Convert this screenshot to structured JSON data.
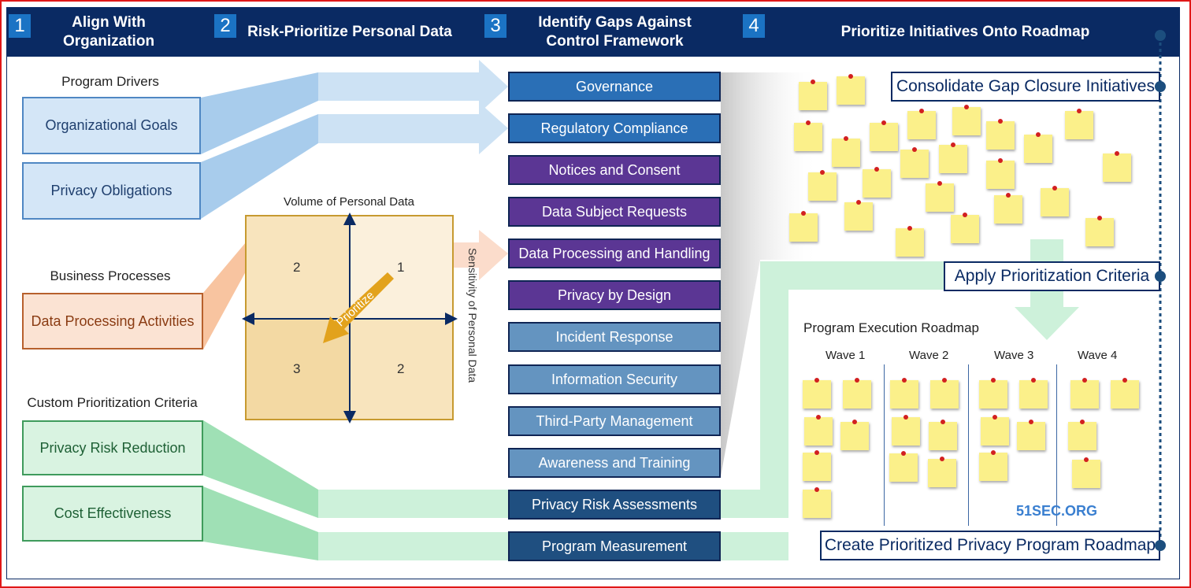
{
  "header": {
    "steps": [
      {
        "num": "1",
        "title_l1": "Align With",
        "title_l2": "Organization"
      },
      {
        "num": "2",
        "title": "Risk-Prioritize Personal Data"
      },
      {
        "num": "3",
        "title_l1": "Identify Gaps Against",
        "title_l2": "Control Framework"
      },
      {
        "num": "4",
        "title": "Prioritize Initiatives Onto Roadmap"
      }
    ]
  },
  "left": {
    "program_drivers": "Program Drivers",
    "organizational_goals": "Organizational Goals",
    "privacy_obligations": "Privacy Obligations",
    "business_processes": "Business Processes",
    "data_processing_activities": "Data Processing Activities",
    "custom_criteria": "Custom Prioritization Criteria",
    "privacy_risk_reduction": "Privacy Risk Reduction",
    "cost_effectiveness": "Cost Effectiveness"
  },
  "matrix": {
    "x_label": "Volume of Personal Data",
    "y_label": "Sensitivity of Personal Data",
    "q_top_left": "2",
    "q_top_right": "1",
    "q_bottom_left": "3",
    "q_bottom_right": "2",
    "arrow_label": "Prioritize",
    "colors": {
      "light": "#fbf0dc",
      "mid": "#f8e4bd",
      "dark": "#f3d9a3",
      "border": "#c79a30",
      "arrow": "#e2a21c"
    }
  },
  "controls": [
    {
      "label": "Governance",
      "color": "#2a6fb6"
    },
    {
      "label": "Regulatory Compliance",
      "color": "#2a6fb6"
    },
    {
      "label": "Notices and Consent",
      "color": "#5b3694"
    },
    {
      "label": "Data Subject Requests",
      "color": "#5b3694"
    },
    {
      "label": "Data Processing and Handling",
      "color": "#5b3694"
    },
    {
      "label": "Privacy by Design",
      "color": "#5b3694"
    },
    {
      "label": "Incident Response",
      "color": "#6494c0"
    },
    {
      "label": "Information Security",
      "color": "#6494c0"
    },
    {
      "label": "Third-Party Management",
      "color": "#6494c0"
    },
    {
      "label": "Awareness and Training",
      "color": "#6494c0"
    },
    {
      "label": "Privacy Risk Assessments",
      "color": "#1f4f80"
    },
    {
      "label": "Program Measurement",
      "color": "#1f4f80"
    }
  ],
  "right": {
    "consolidate": "Consolidate Gap Closure Initiatives",
    "apply": "Apply Prioritization Criteria",
    "roadmap_title": "Program Execution Roadmap",
    "waves": [
      "Wave 1",
      "Wave 2",
      "Wave 3",
      "Wave 4"
    ],
    "create": "Create Prioritized Privacy Program Roadmap",
    "watermark": "51SEC.ORG"
  }
}
